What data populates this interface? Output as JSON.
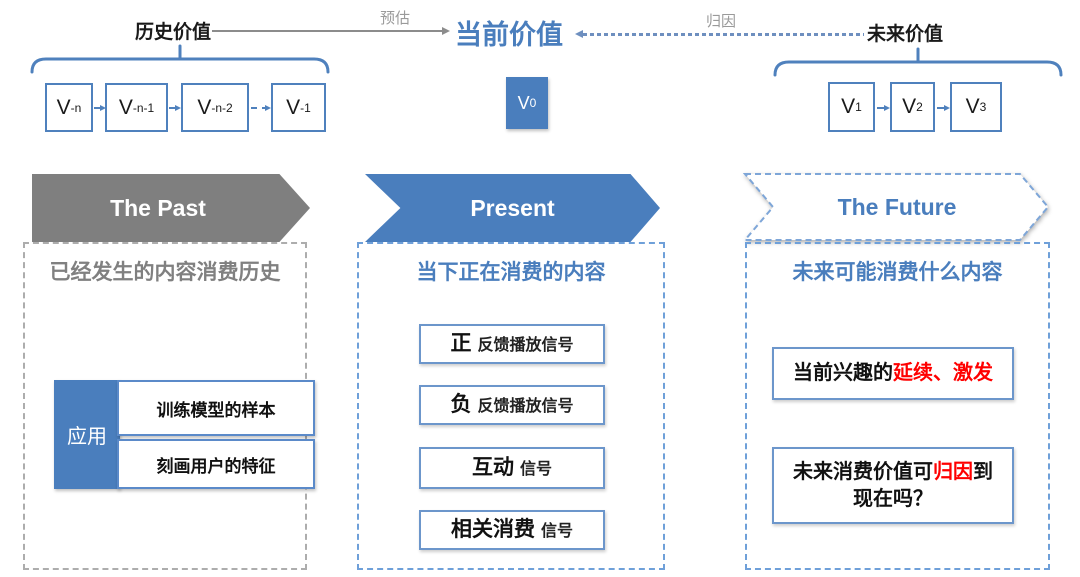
{
  "header": {
    "past_value": "历史价值",
    "estimate": "预估",
    "current_value": "当前价值",
    "attribution": "归因",
    "future_value": "未来价值"
  },
  "nodes": {
    "past": [
      {
        "base": "V",
        "sub": "-n"
      },
      {
        "base": "V",
        "sub": "-n-1"
      },
      {
        "base": "V",
        "sub": "-n-2"
      },
      {
        "base": "V",
        "sub": "-1"
      }
    ],
    "current": {
      "base": "V",
      "sub": "0"
    },
    "future": [
      {
        "base": "V",
        "sub": "1"
      },
      {
        "base": "V",
        "sub": "2"
      },
      {
        "base": "V",
        "sub": "3"
      }
    ]
  },
  "banners": {
    "past": "The Past",
    "present": "Present",
    "future": "The Future"
  },
  "columns": {
    "past": {
      "header": "已经发生的内容消费历史",
      "app_label": "应用",
      "items": [
        "训练模型的样本",
        "刻画用户的特征"
      ]
    },
    "present": {
      "header": "当下正在消费的内容",
      "signals": [
        {
          "emphasis": "正",
          "rest": "反馈播放信号"
        },
        {
          "emphasis": "负",
          "rest": "反馈播放信号"
        },
        {
          "emphasis": "互动",
          "rest": "信号"
        },
        {
          "emphasis": "相关消费",
          "rest": "信号"
        }
      ]
    },
    "future": {
      "header": "未来可能消费什么内容",
      "cards": [
        {
          "pre": "当前兴趣的",
          "red": "延续、激发",
          "post": ""
        },
        {
          "pre": "未来消费价值可",
          "red": "归因",
          "post": "到现在吗？"
        }
      ]
    }
  },
  "colors": {
    "accent_blue": "#4A7EBD",
    "box_border_blue": "#6C96CB",
    "banner_gray": "#7F7F7F",
    "dashed_blue": "#6FA0D9",
    "dashed_gray": "#ADADAD",
    "highlight_red": "#FF0000"
  }
}
